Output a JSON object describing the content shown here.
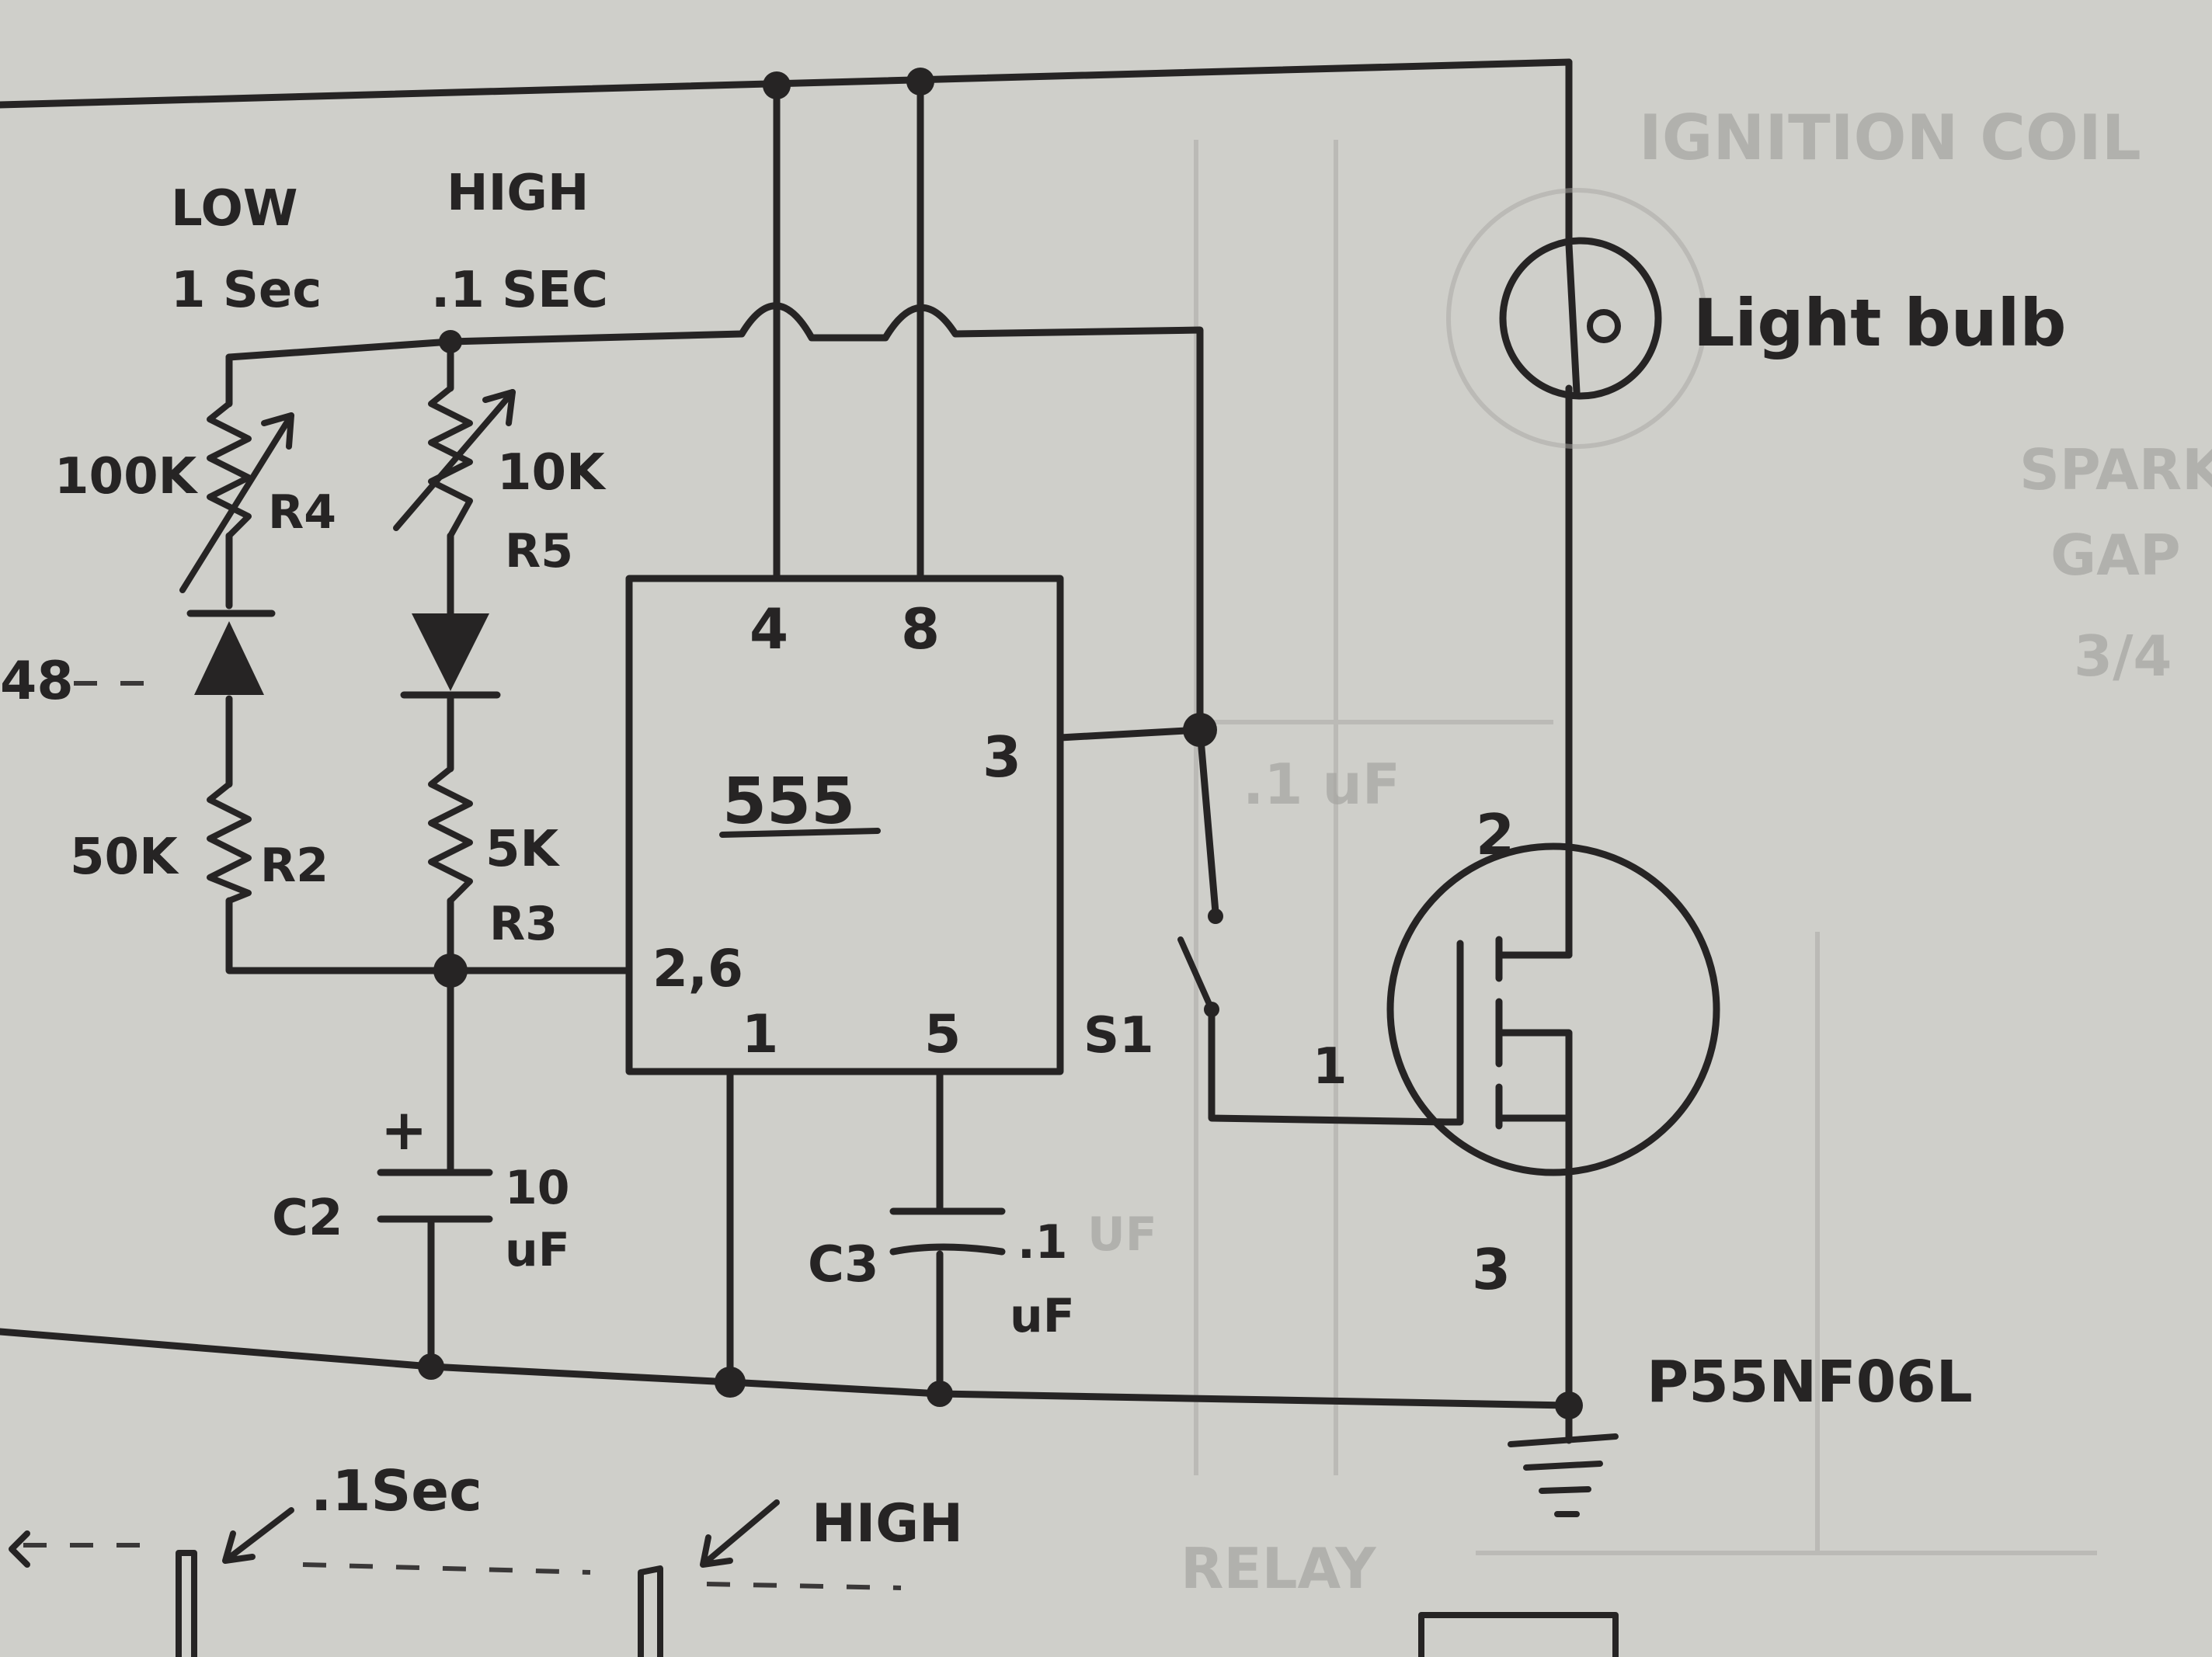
{
  "labels": {
    "low": "LOW",
    "low_time": "1 Sec",
    "high": "HIGH",
    "high_time": ".1 SEC",
    "r4_value": "100K",
    "r4_name": "R4",
    "r5_value": "10K",
    "r5_name": "R5",
    "diode_partial": "48",
    "r2_value": "50K",
    "r2_name": "R2",
    "r3_value": "5K",
    "r3_name": "R3",
    "ic_name": "555",
    "pin_4": "4",
    "pin_8": "8",
    "pin_3": "3",
    "pin_26": "2,6",
    "pin_1": "1",
    "pin_5": "5",
    "c2_polarity": "+",
    "c2_name": "C2",
    "c2_value_1": "10",
    "c2_value_2": "uF",
    "c3_name": "C3",
    "c3_value_1": ".1",
    "c3_value_2": "uF",
    "switch_name": "S1",
    "bulb": "Light bulb",
    "mosfet_pin_2": "2",
    "mosfet_pin_1": "1",
    "mosfet_pin_3": "3",
    "mosfet_part": "P55NF06L",
    "bottom_left": ".1Sec",
    "bottom_right": "HIGH"
  },
  "background_text": {
    "ignition": "IGNITION COIL",
    "spark": "SPARK",
    "gap": "GAP",
    "gap_value": "3/4",
    "cap": ".1 uF",
    "relay": "RELAY",
    "uf": "UF"
  }
}
